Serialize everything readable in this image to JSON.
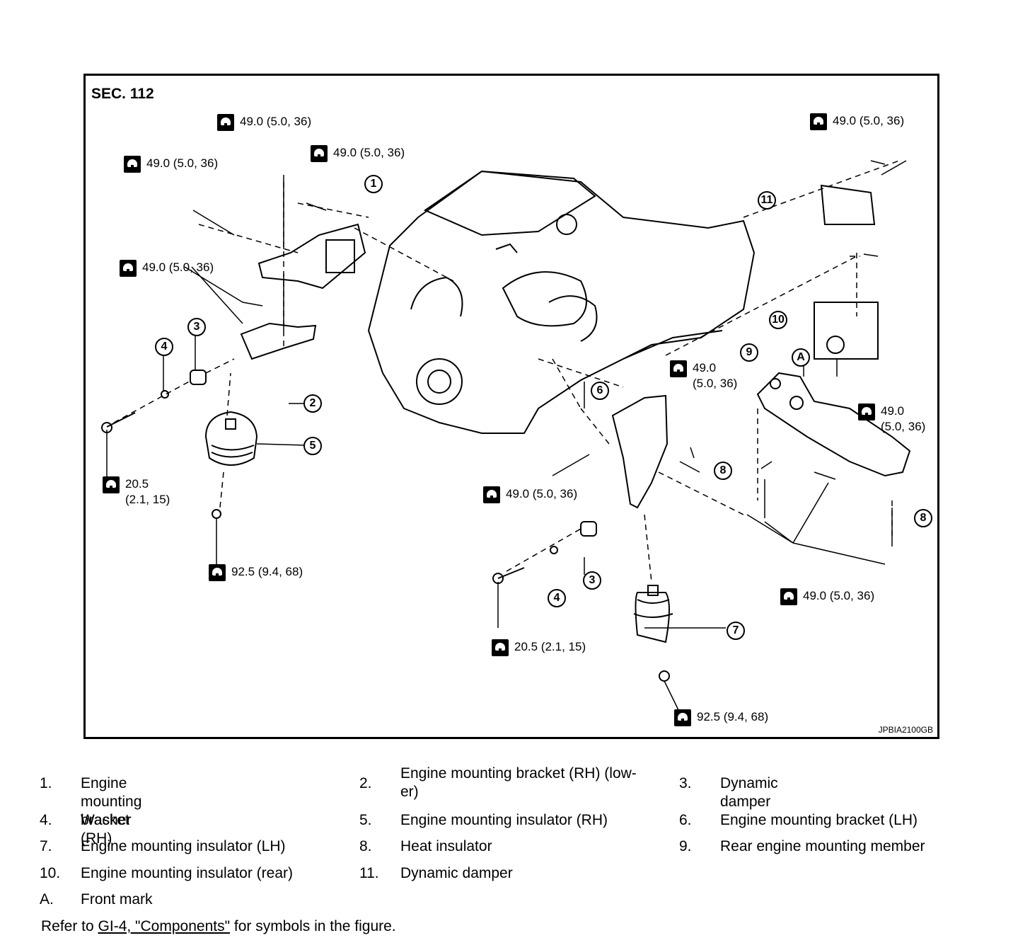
{
  "figure": {
    "section": "SEC. 112",
    "figure_id": "JPBIA2100GB",
    "torque_values": [
      {
        "id": "t1",
        "lines": [
          "49.0 (5.0, 36)"
        ]
      },
      {
        "id": "t2",
        "lines": [
          "49.0 (5.0, 36)"
        ]
      },
      {
        "id": "t3",
        "lines": [
          "49.0 (5.0, 36)"
        ]
      },
      {
        "id": "t4",
        "lines": [
          "49.0 (5.0, 36)"
        ]
      },
      {
        "id": "t5",
        "lines": [
          "20.5",
          "(2.1, 15)"
        ]
      },
      {
        "id": "t6",
        "lines": [
          "92.5 (9.4, 68)"
        ]
      },
      {
        "id": "t7",
        "lines": [
          "49.0 (5.0, 36)"
        ]
      },
      {
        "id": "t8",
        "lines": [
          "49.0",
          "(5.0, 36)"
        ]
      },
      {
        "id": "t9",
        "lines": [
          "49.0 (5.0, 36)"
        ]
      },
      {
        "id": "t10",
        "lines": [
          "49.0",
          "(5.0, 36)"
        ]
      },
      {
        "id": "t11",
        "lines": [
          "20.5 (2.1, 15)"
        ]
      },
      {
        "id": "t12",
        "lines": [
          "49.0 (5.0, 36)"
        ]
      },
      {
        "id": "t13",
        "lines": [
          "92.5 (9.4, 68)"
        ]
      }
    ],
    "callouts": [
      "1",
      "2",
      "3",
      "4",
      "5",
      "6",
      "7",
      "8",
      "9",
      "10",
      "11",
      "3",
      "4",
      "8",
      "A"
    ]
  },
  "legend": [
    {
      "num": "1.",
      "label": "Engine mounting bracket (RH)"
    },
    {
      "num": "2.",
      "label": "Engine mounting bracket (RH) (low-\ner)"
    },
    {
      "num": "3.",
      "label": "Dynamic damper"
    },
    {
      "num": "4.",
      "label": "Washer"
    },
    {
      "num": "5.",
      "label": "Engine mounting insulator (RH)"
    },
    {
      "num": "6.",
      "label": "Engine mounting bracket (LH)"
    },
    {
      "num": "7.",
      "label": "Engine mounting insulator (LH)"
    },
    {
      "num": "8.",
      "label": "Heat insulator"
    },
    {
      "num": "9.",
      "label": "Rear engine mounting member"
    },
    {
      "num": "10.",
      "label": "Engine mounting insulator (rear)"
    },
    {
      "num": "11.",
      "label": "Dynamic damper"
    },
    {
      "num": "A.",
      "label": "Front mark"
    }
  ],
  "note": {
    "prefix": "Refer to ",
    "link": "GI-4, \"Components\"",
    "suffix": " for symbols in the figure."
  }
}
